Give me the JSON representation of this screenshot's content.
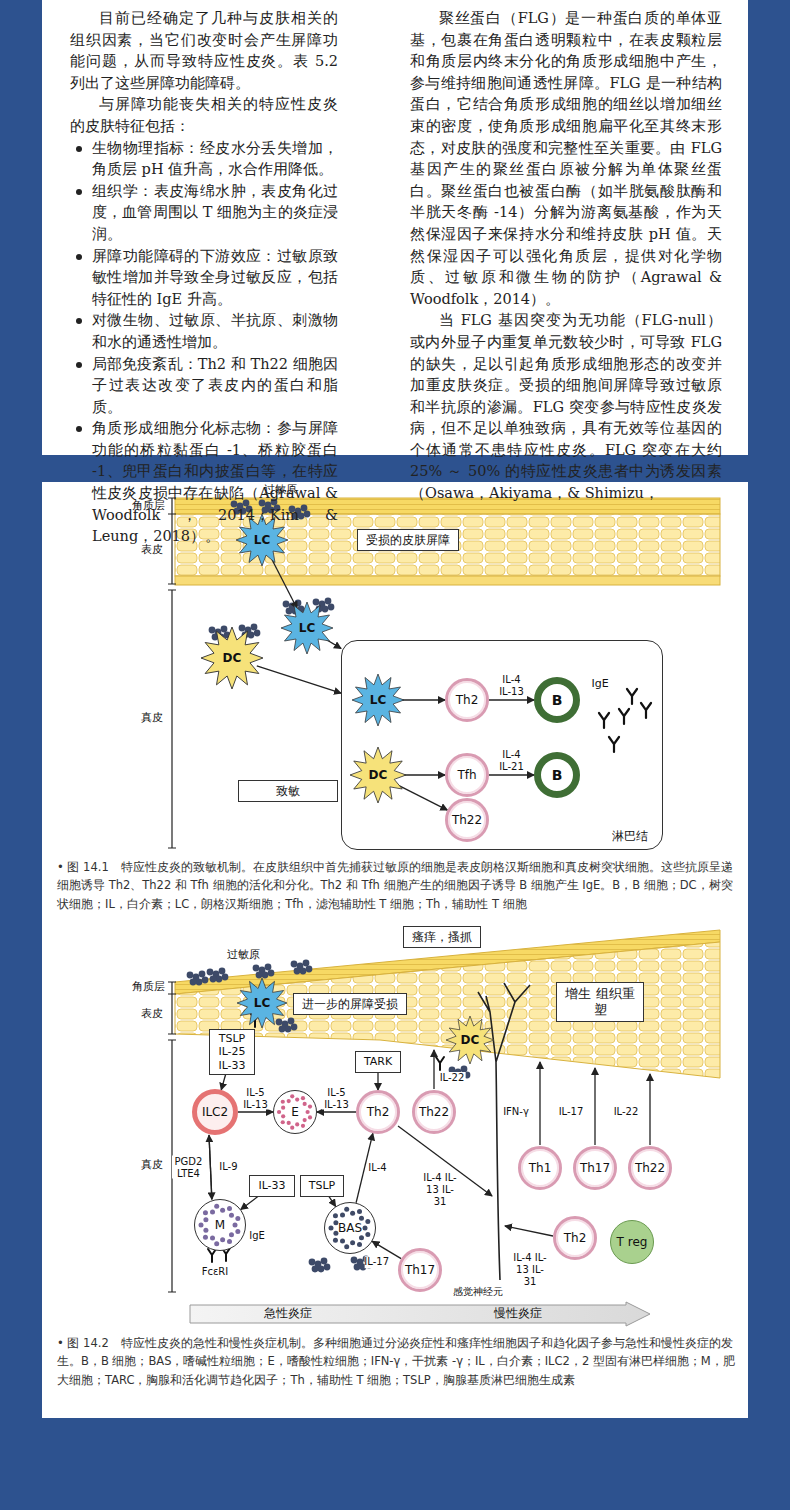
{
  "diagram": {
    "nodes": [
      {
        "text": [
          "受损的皮肤屏障"
        ]
      },
      {
        "text": [
          "LC"
        ]
      },
      {
        "text": [
          "LC"
        ]
      },
      {
        "text": [
          "DC"
        ]
      },
      {
        "text": [
          "淋巴结"
        ]
      },
      {
        "text": [
          "LC"
        ],
        "in": 4
      },
      {
        "text": [
          "Th2"
        ],
        "in": 4
      },
      {
        "text": [
          "B"
        ],
        "in": 4
      },
      {
        "text": [
          "DC"
        ],
        "in": 4
      },
      {
        "text": [
          "Tfh"
        ],
        "in": 4
      },
      {
        "text": [
          "B"
        ],
        "in": 4
      },
      {
        "text": [
          "Th22"
        ],
        "in": 4
      },
      {
        "text": [
          "致敏"
        ]
      },
      {
        "text": [
          "瘙痒，搔抓"
        ]
      },
      {
        "text": [
          "LC"
        ]
      },
      {
        "text": [
          "进一步的屏障受损"
        ]
      },
      {
        "text": [
          "增生 组织重塑"
        ]
      },
      {
        "text": [
          "DC"
        ]
      },
      {
        "text": [
          "TSLP IL-25 IL-33"
        ]
      },
      {
        "text": [
          "ILC2"
        ]
      },
      {
        "text": [
          "E"
        ]
      },
      {
        "text": [
          "TARK"
        ]
      },
      {
        "text": [
          "Th2"
        ]
      },
      {
        "text": [
          "Th22"
        ]
      },
      {
        "text": [
          "Th1"
        ]
      },
      {
        "text": [
          "Th17"
        ]
      },
      {
        "text": [
          "Th22"
        ]
      },
      {
        "text": [
          "M"
        ]
      },
      {
        "text": [
          "IL-33"
        ]
      },
      {
        "text": [
          "TSLP"
        ]
      },
      {
        "text": [
          "BAS"
        ]
      },
      {
        "text": [
          "Th2"
        ]
      },
      {
        "text": [
          "T reg"
        ]
      },
      {
        "text": [
          "Th17"
        ]
      },
      {
        "text": [
          "急性炎症",
          "慢性炎症"
        ]
      }
    ],
    "edges": [
      {
        "from": 1,
        "to": 2,
        "arrow": "to"
      },
      {
        "from": 2,
        "to": 4,
        "arrow": "to"
      },
      {
        "from": 3,
        "to": 4,
        "arrow": "to"
      },
      {
        "from": 5,
        "to": 6,
        "arrow": "to"
      },
      {
        "from": 6,
        "to": 7,
        "arrow": "to",
        "label": "IL-4 IL-13"
      },
      {
        "from": 8,
        "to": 9,
        "arrow": "to"
      },
      {
        "from": 9,
        "to": 10,
        "arrow": "to",
        "label": "IL-4 IL-21"
      },
      {
        "from": 8,
        "to": 11,
        "arrow": "to"
      },
      {
        "from": 18,
        "to": 19,
        "arrow": "to"
      },
      {
        "from": 19,
        "to": 20,
        "arrow": "to",
        "label": "IL-5 IL-13"
      },
      {
        "from": 22,
        "to": 20,
        "arrow": "to",
        "label": "IL-5 IL-13"
      },
      {
        "from": 21,
        "to": 22,
        "arrow": "to"
      },
      {
        "from": 27,
        "to": 19,
        "arrow": "to",
        "label": "PGD2 LTE4"
      },
      {
        "from": 19,
        "to": 27,
        "arrow": "to",
        "label": "IL-9"
      },
      {
        "from": 28,
        "to": 27,
        "arrow": "to"
      },
      {
        "from": 29,
        "to": 30,
        "arrow": "to"
      },
      {
        "from": 30,
        "to": 22,
        "arrow": "to",
        "label": "IL-4"
      },
      {
        "from": 33,
        "to": 30,
        "arrow": "to",
        "label": "IL-17"
      }
    ],
    "labels": [
      "目前已经确定了几种与皮肤相关的组织因素，当它们改变时会产生屏障功能问题，从而导致特应性皮炎。表 5.2 列出了这些屏障功能障碍。",
      "与屏障功能丧失相关的特应性皮炎的皮肤特征包括：",
      "生物物理指标：经皮水分丢失增加，角质层 pH 值升高，水合作用降低。",
      "组织学：表皮海绵水肿，表皮角化过度，血管周围以 T 细胞为主的炎症浸润。",
      "屏障功能障碍的下游效应：过敏原致敏性增加并导致全身过敏反应，包括特征性的 IgE 升高。",
      "对微生物、过敏原、半抗原、刺激物和水的通透性增加。",
      "局部免疫紊乱：Th2 和 Th22 细胞因子过表达改变了表皮内的蛋白和脂质。",
      "角质形成细胞分化标志物：参与屏障功能的桥粒黏蛋白 -1、桥粒胶蛋白 -1、兜甲蛋白和内披蛋白等，在特应性皮炎皮损中存在缺陷（Agrawal & Woodfolk，2014；Kim & Leung，2018）。",
      "聚丝蛋白（FLG）是一种蛋白质的单体亚基，包裹在角蛋白透明颗粒中，在表皮颗粒层和角质层内终末分化的角质形成细胞中产生，参与维持细胞间通透性屏障。FLG 是一种结构蛋白，它结合角质形成细胞的细丝以增加细丝束的密度，使角质形成细胞扁平化至其终末形态，对皮肤的强度和完整性至关重要。由 FLG 基因产生的聚丝蛋白原被分解为单体聚丝蛋白。聚丝蛋白也被蛋白酶（如半胱氨酸肽酶和半胱天冬酶 -14）分解为游离氨基酸，作为天然保湿因子来保持水分和维持皮肤 pH 值。天然保湿因子可以强化角质层，提供对化学物质、过敏原和微生物的防护（Agrawal & Woodfolk，2014）。",
      "当 FLG 基因突变为无功能（FLG-null）或内外显子内重复单元数较少时，可导致 FLG 的缺失，足以引起角质形成细胞形态的改变并加重皮肤炎症。受损的细胞间屏障导致过敏原和半抗原的渗漏。FLG 突变参与特应性皮炎发病，但不足以单独致病，具有无效等位基因的个体通常不患特应性皮炎。FLG 突变在大约 25% ～ 50% 的特应性皮炎患者中为诱发因素（Osawa，Akiyama，& Shimizu，",
      "角质层",
      "表皮",
      "真皮",
      "过敏原",
      "IgE",
      "• 图 14.1　特应性皮炎的致敏机制。在皮肤组织中首先捕获过敏原的细胞是表皮朗格汉斯细胞和真皮树突状细胞。这些抗原呈递细胞诱导 Th2、Th22 和 Tfh 细胞的活化和分化。Th2 和 Tfh 细胞产生的细胞因子诱导 B 细胞产生 IgE。B，B 细胞；DC，树突状细胞；IL，白介素；LC，朗格汉斯细胞；Tfh，滤泡辅助性 T 细胞；Th，辅助性 T 细胞",
      "角质层",
      "表皮",
      "真皮",
      "过敏原",
      "IL-22",
      "IFN-γ",
      "IL-17",
      "IL-22",
      "IL-4 IL-13 IL-31",
      "IL-4 IL-13 IL-31",
      "IgE",
      "FcεRI",
      "感觉神经元",
      "• 图 14.2　特应性皮炎的急性和慢性炎症机制。多种细胞通过分泌炎症性和瘙痒性细胞因子和趋化因子参与急性和慢性炎症的发生。B，B 细胞；BAS，嗜碱性粒细胞；E，嗜酸性粒细胞；IFN-γ，干扰素 -γ；IL，白介素；ILC2，2 型固有淋巴样细胞；M，肥大细胞；TARC，胸腺和活化调节趋化因子；Th，辅助性 T 细胞；TSLP，胸腺基质淋巴细胞生成素"
    ]
  }
}
